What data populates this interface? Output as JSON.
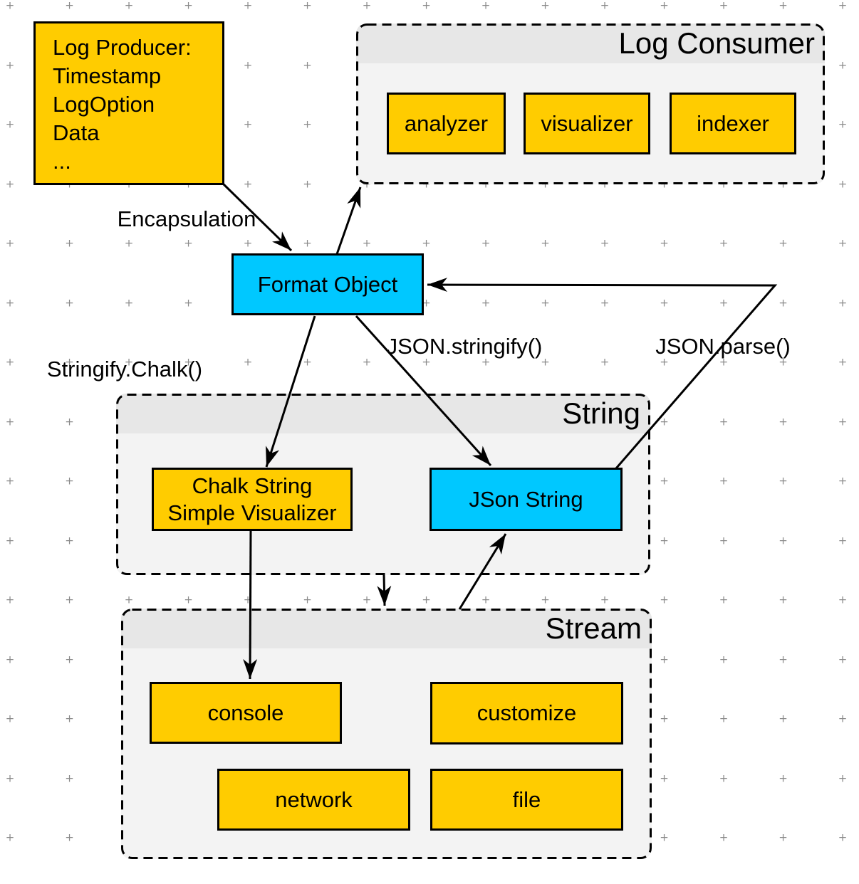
{
  "canvas": {
    "grid_glyph": "+"
  },
  "colors": {
    "node_yellow": "#FFCC00",
    "node_cyan": "#00C8FF",
    "group_body": "#F3F3F3",
    "group_header": "#E7E7E7",
    "grid_dot": "#8A8A8A",
    "edge": "#000000"
  },
  "icons": {
    "group_collapse": "minus-icon"
  },
  "groups": {
    "log_consumer": {
      "title": "Log Consumer"
    },
    "string": {
      "title": "String"
    },
    "stream": {
      "title": "Stream"
    }
  },
  "nodes": {
    "log_producer": {
      "lines": [
        "Log Producer:",
        "Timestamp",
        "LogOption",
        "Data",
        "..."
      ]
    },
    "analyzer": {
      "label": "analyzer"
    },
    "visualizer": {
      "label": "visualizer"
    },
    "indexer": {
      "label": "indexer"
    },
    "format_object": {
      "label": "Format Object"
    },
    "chalk_string": {
      "lines": [
        "Chalk String",
        "Simple Visualizer"
      ]
    },
    "json_string": {
      "label": "JSon String"
    },
    "console": {
      "label": "console"
    },
    "customize": {
      "label": "customize"
    },
    "network": {
      "label": "network"
    },
    "file": {
      "label": "file"
    }
  },
  "edge_labels": {
    "encapsulation": "Encapsulation",
    "stringify_chalk": "Stringify.Chalk()",
    "json_stringify": "JSON.stringify()",
    "json_parse": "JSON.parse()"
  }
}
